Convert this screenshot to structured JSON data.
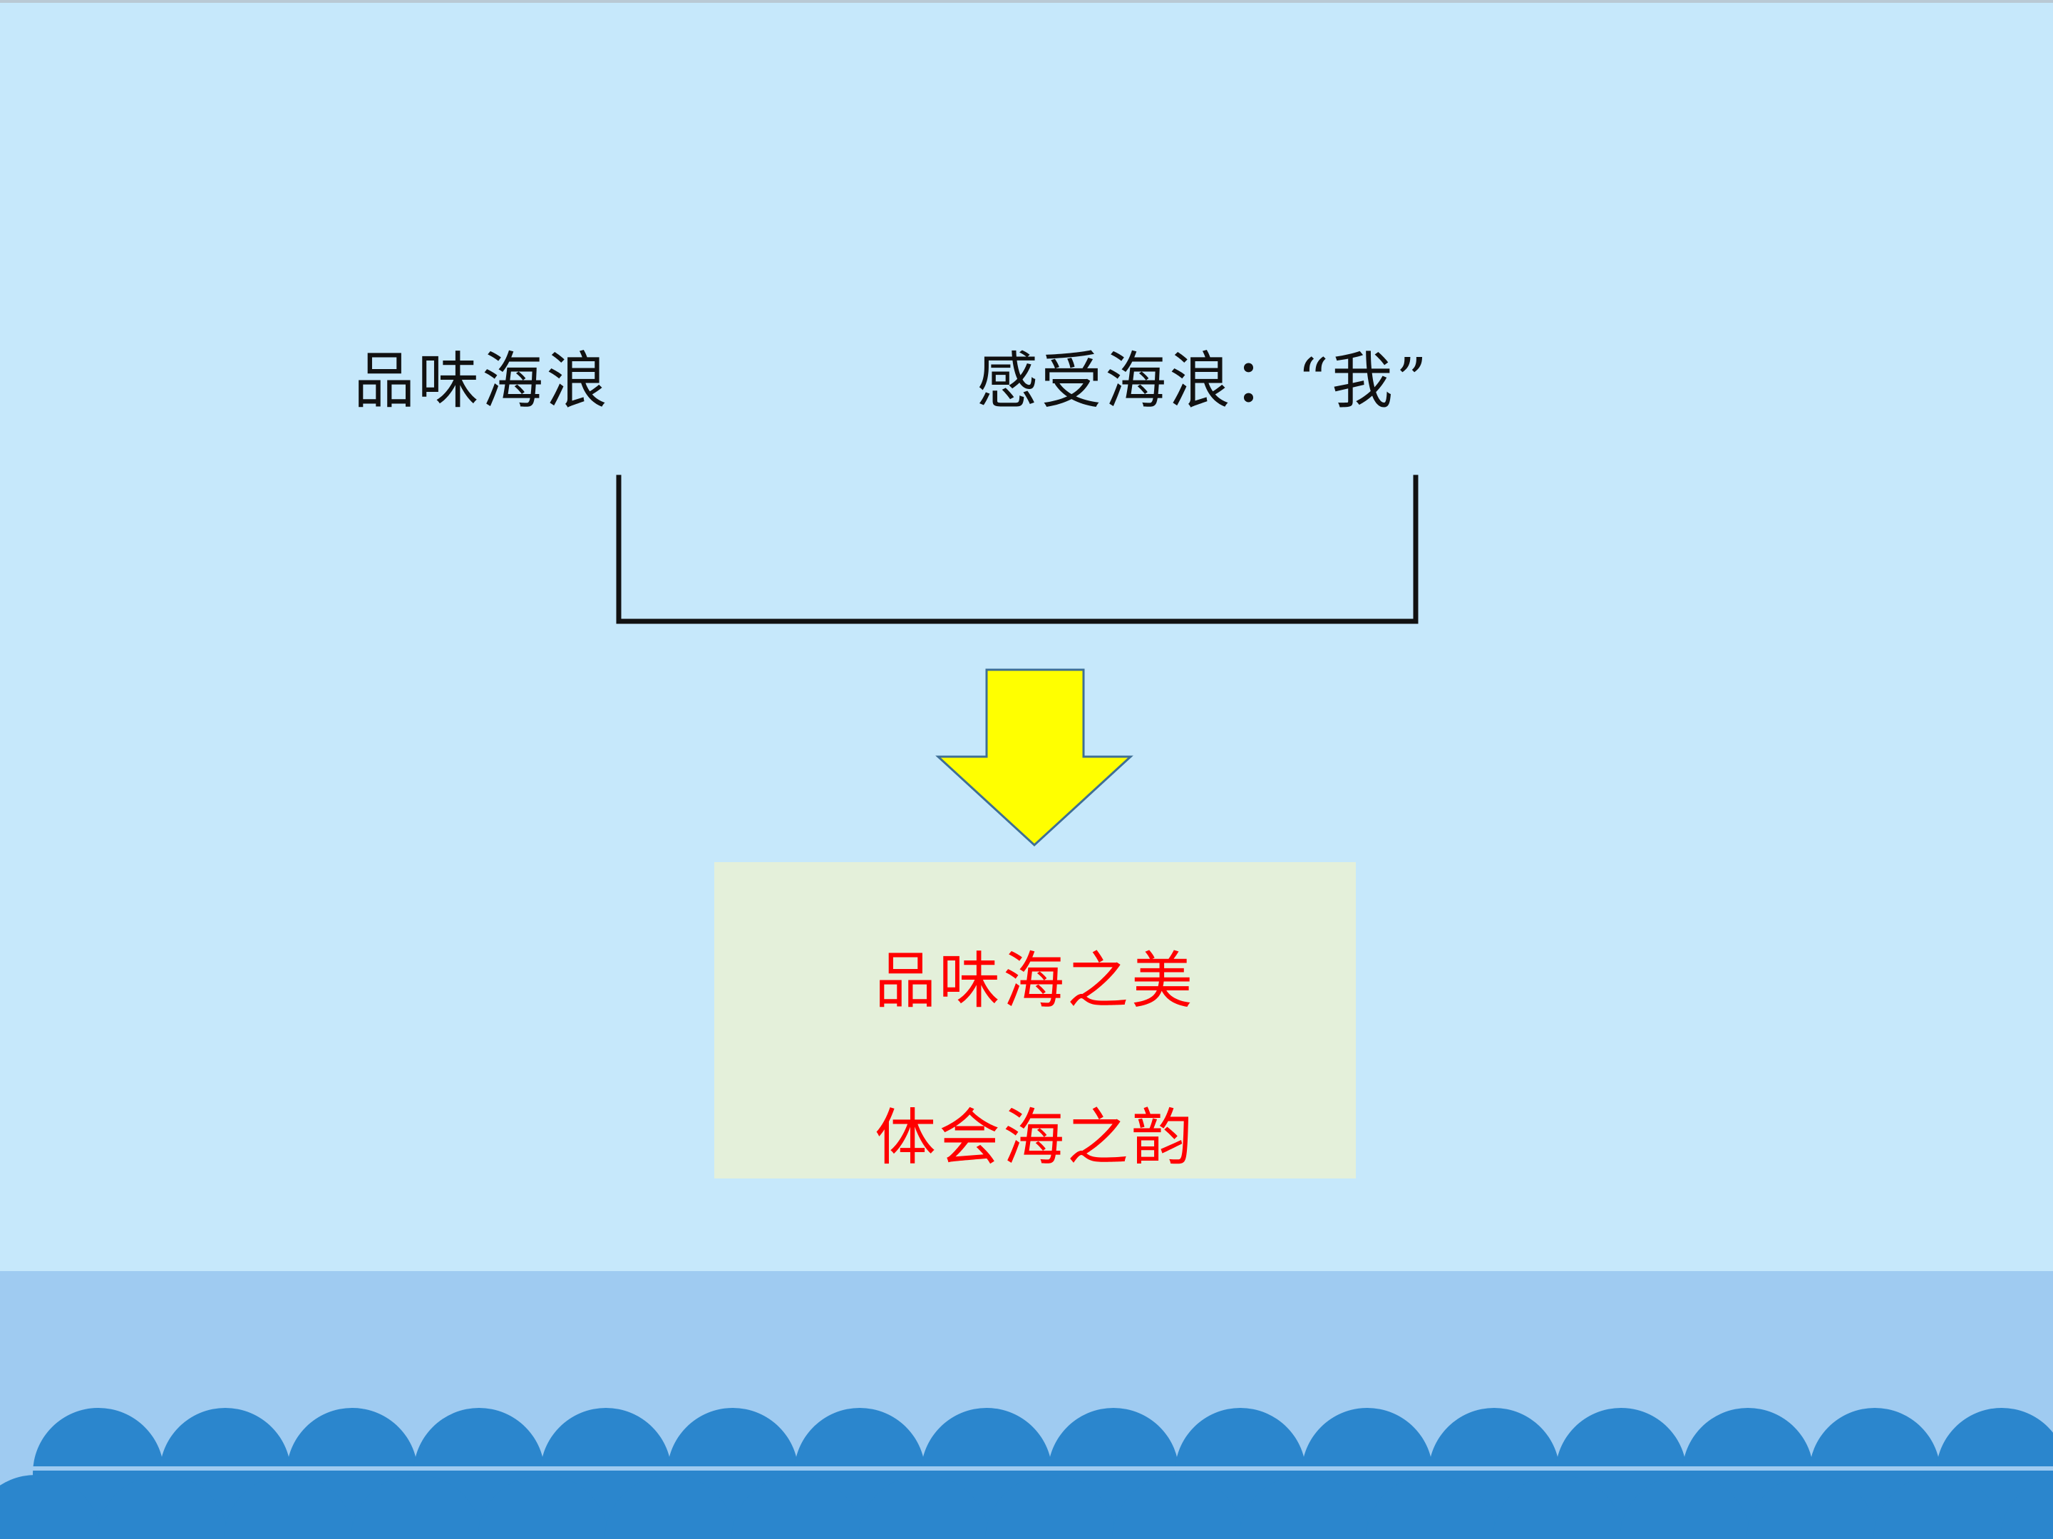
{
  "slide": {
    "left_label": "品味海浪",
    "right_label": "感受海浪：“我”",
    "summary_lines": [
      "品味海之美",
      "体会海之韵"
    ]
  },
  "colors": {
    "background": "#c6e8fb",
    "label_text": "#111111",
    "bracket": "#111111",
    "arrow_fill": "#ffff00",
    "arrow_stroke": "#3f6f96",
    "summary_box": "#e4f0da",
    "summary_text": "#ff0000",
    "sea_band": "#9fcbf1",
    "wave": "#2b86cd"
  }
}
